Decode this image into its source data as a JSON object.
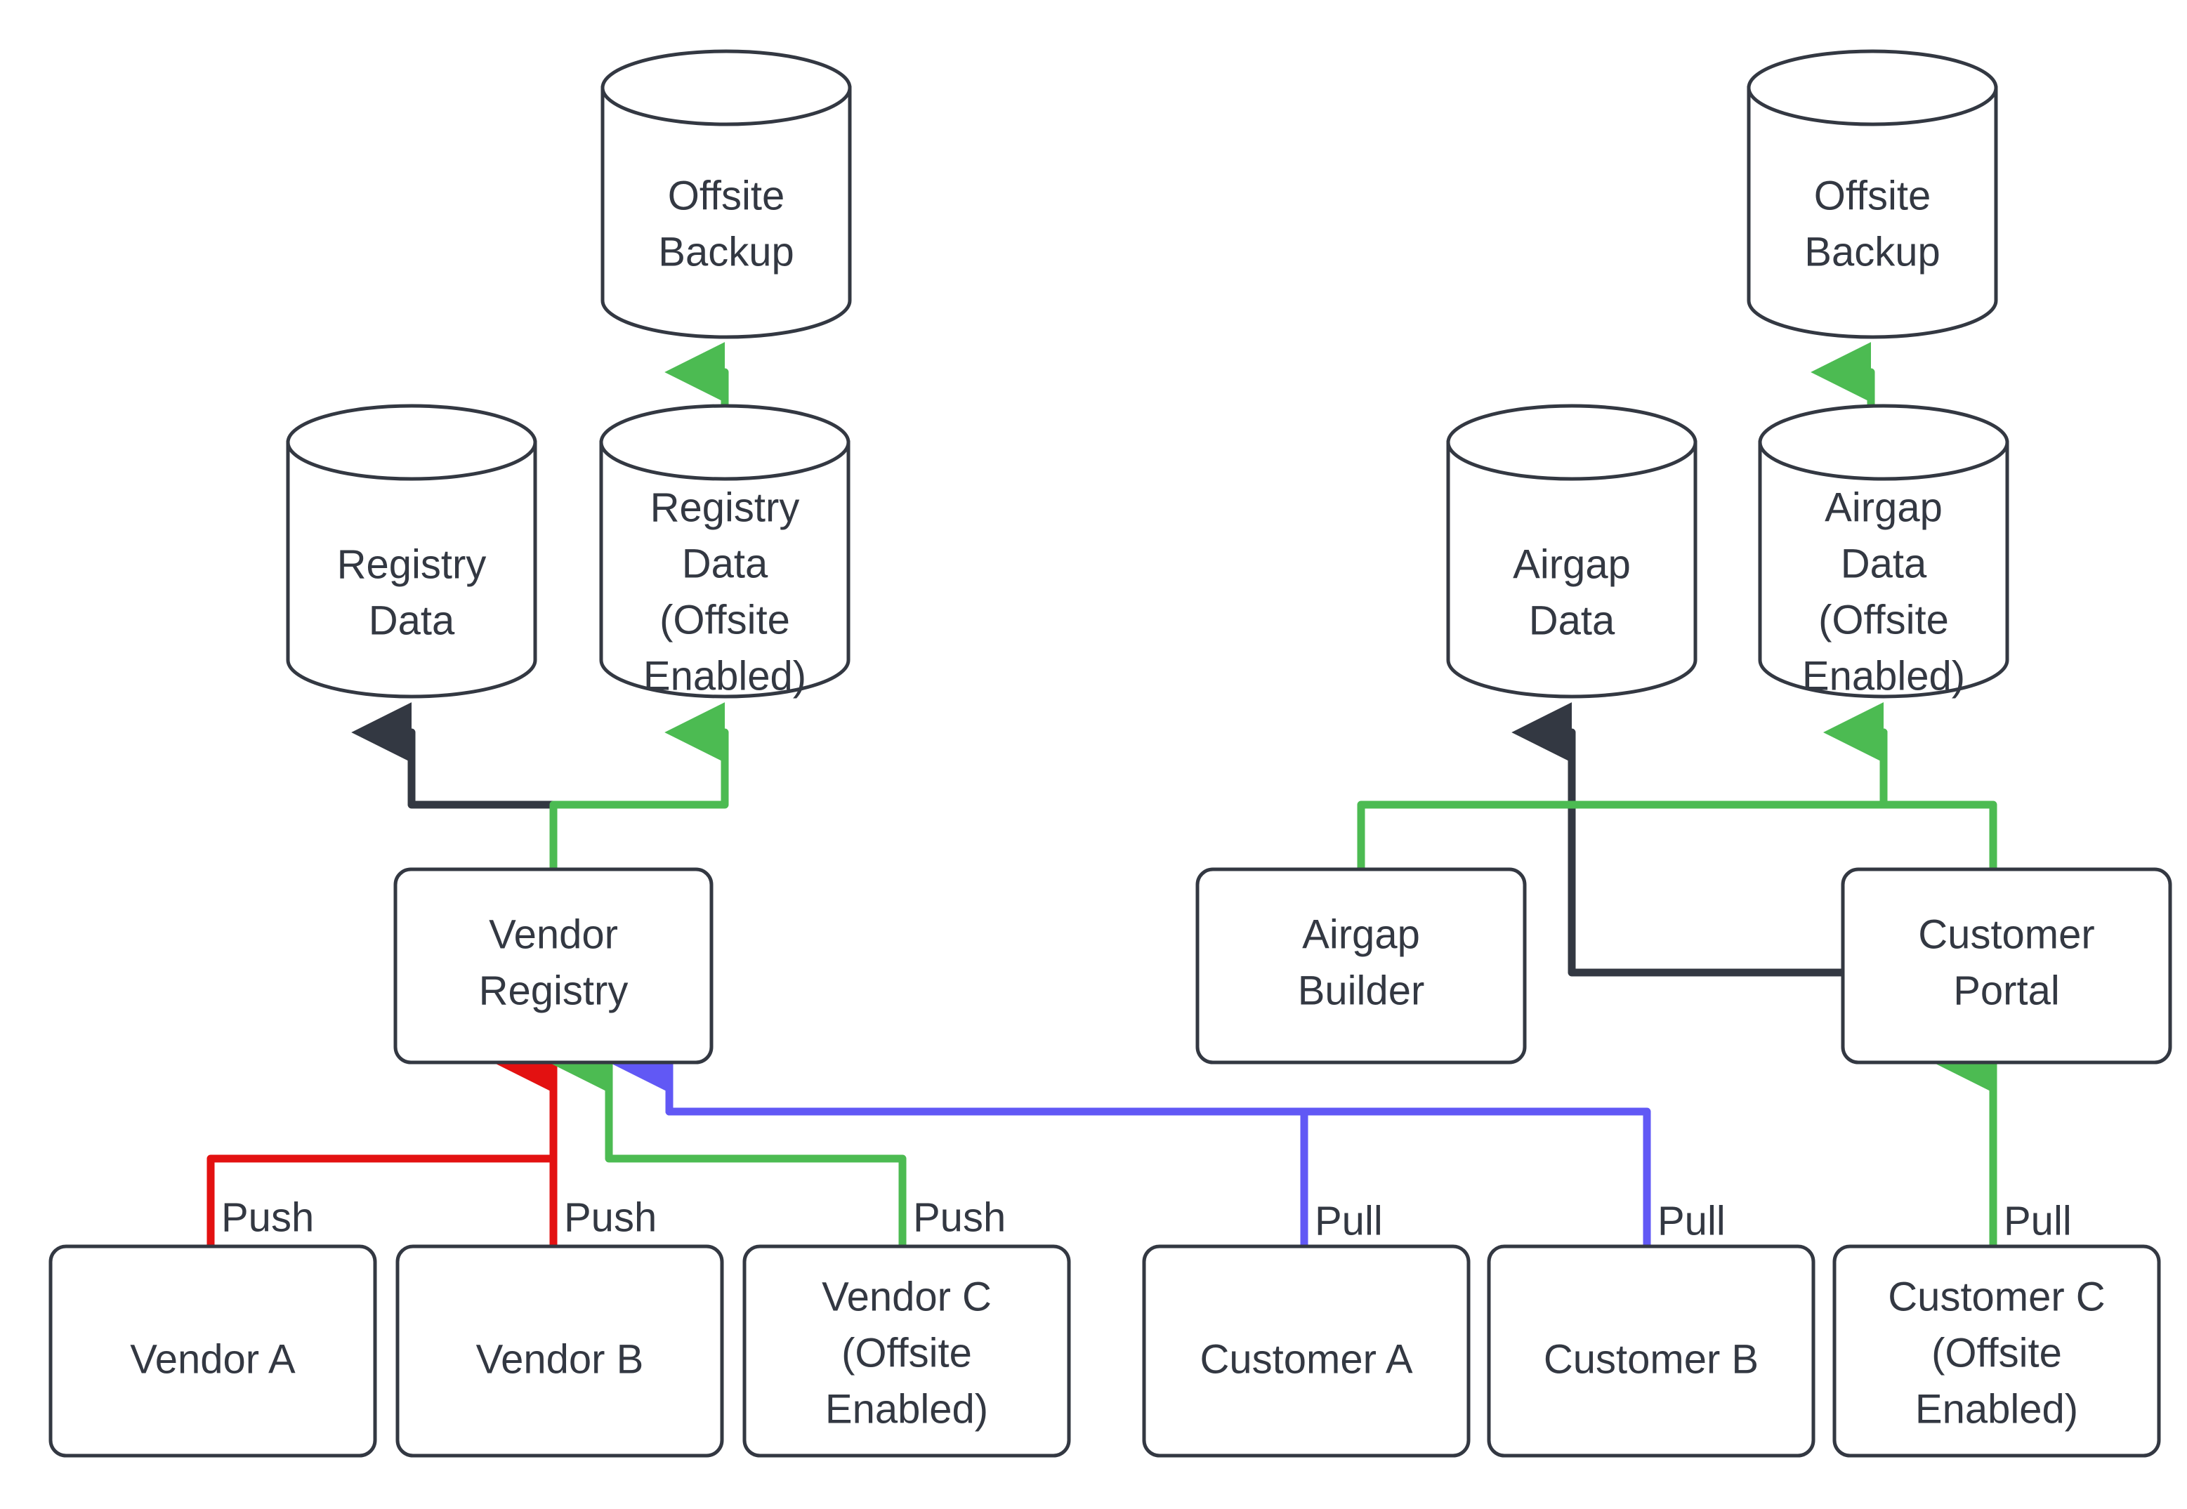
{
  "diagram": {
    "title": "Vendor Registry and Airgap Data Flow",
    "background": "#ffffff",
    "colors": {
      "stroke_dark": "#333842",
      "text": "#333842",
      "green": "#4cbb52",
      "red": "#e31111",
      "blue": "#6158f5",
      "white": "#ffffff"
    },
    "nodes": {
      "offsite_backup_left": {
        "label_line1": "Offsite",
        "label_line2": "Backup",
        "shape": "cylinder"
      },
      "offsite_backup_right": {
        "label_line1": "Offsite",
        "label_line2": "Backup",
        "shape": "cylinder"
      },
      "registry_data": {
        "label_line1": "Registry",
        "label_line2": "Data",
        "shape": "cylinder"
      },
      "registry_data_offsite": {
        "label_line1": "Registry",
        "label_line2": "Data",
        "label_line3": "(Offsite",
        "label_line4": "Enabled)",
        "shape": "cylinder"
      },
      "airgap_data": {
        "label_line1": "Airgap",
        "label_line2": "Data",
        "shape": "cylinder"
      },
      "airgap_data_offsite": {
        "label_line1": "Airgap",
        "label_line2": "Data",
        "label_line3": "(Offsite",
        "label_line4": "Enabled)",
        "shape": "cylinder"
      },
      "vendor_registry": {
        "label_line1": "Vendor",
        "label_line2": "Registry",
        "shape": "rounded-rect"
      },
      "airgap_builder": {
        "label_line1": "Airgap",
        "label_line2": "Builder",
        "shape": "rounded-rect"
      },
      "customer_portal": {
        "label_line1": "Customer",
        "label_line2": "Portal",
        "shape": "rounded-rect"
      },
      "vendor_a": {
        "label_line1": "Vendor A",
        "shape": "rounded-rect"
      },
      "vendor_b": {
        "label_line1": "Vendor B",
        "shape": "rounded-rect"
      },
      "vendor_c": {
        "label_line1": "Vendor C",
        "label_line2": "(Offsite",
        "label_line3": "Enabled)",
        "shape": "rounded-rect"
      },
      "customer_a": {
        "label_line1": "Customer A",
        "shape": "rounded-rect"
      },
      "customer_b": {
        "label_line1": "Customer B",
        "shape": "rounded-rect"
      },
      "customer_c": {
        "label_line1": "Customer C",
        "label_line2": "(Offsite",
        "label_line3": "Enabled)",
        "shape": "rounded-rect"
      }
    },
    "edge_labels": {
      "vendor_a_push": "Push",
      "vendor_b_push": "Push",
      "vendor_c_push": "Push",
      "customer_a_pull": "Pull",
      "customer_b_pull": "Pull",
      "customer_c_pull": "Pull"
    },
    "edges": [
      {
        "from": "registry_data_offsite",
        "to": "offsite_backup_left",
        "color": "green"
      },
      {
        "from": "vendor_registry",
        "to": "registry_data",
        "color": "dark"
      },
      {
        "from": "vendor_registry",
        "to": "registry_data_offsite",
        "color": "green"
      },
      {
        "from": "vendor_a",
        "to": "vendor_registry",
        "color": "red",
        "label": "Push"
      },
      {
        "from": "vendor_b",
        "to": "vendor_registry",
        "color": "red",
        "label": "Push"
      },
      {
        "from": "vendor_c",
        "to": "vendor_registry",
        "color": "green",
        "label": "Push"
      },
      {
        "from": "airgap_data_offsite",
        "to": "offsite_backup_right",
        "color": "green"
      },
      {
        "from": "customer_portal",
        "to": "airgap_data",
        "color": "dark"
      },
      {
        "from": "customer_portal",
        "to": "airgap_data_offsite",
        "color": "green"
      },
      {
        "from": "airgap_builder",
        "to": "airgap_data_offsite",
        "color": "green"
      },
      {
        "from": "customer_a",
        "to": "vendor_registry",
        "color": "blue",
        "label": "Pull"
      },
      {
        "from": "customer_b",
        "to": "vendor_registry",
        "color": "blue",
        "label": "Pull"
      },
      {
        "from": "customer_c",
        "to": "customer_portal",
        "color": "green",
        "label": "Pull"
      }
    ]
  }
}
